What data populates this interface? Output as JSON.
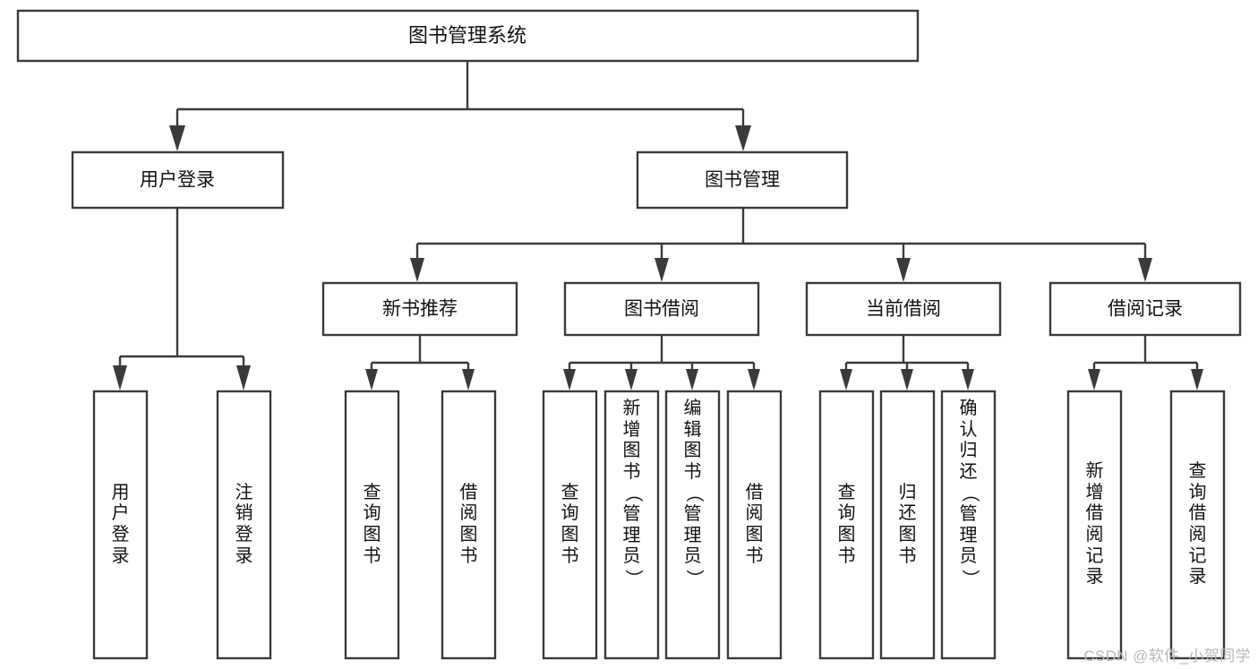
{
  "diagram": {
    "type": "tree-hierarchy",
    "orientation": "top-down",
    "title_node": {
      "label": "图书管理系统"
    },
    "level2": [
      {
        "label": "用户登录"
      },
      {
        "label": "图书管理"
      }
    ],
    "level3": [
      {
        "label": "新书推荐"
      },
      {
        "label": "图书借阅"
      },
      {
        "label": "当前借阅"
      },
      {
        "label": "借阅记录"
      }
    ],
    "leaves": {
      "user_login": [
        {
          "label": "用户登录"
        },
        {
          "label": "注销登录"
        }
      ],
      "new_book_recommend": [
        {
          "label": "查询图书"
        },
        {
          "label": "借阅图书"
        }
      ],
      "book_borrow": [
        {
          "label": "查询图书"
        },
        {
          "label": "新增图书（管理员）"
        },
        {
          "label": "编辑图书（管理员）"
        },
        {
          "label": "借阅图书"
        }
      ],
      "current_borrow": [
        {
          "label": "查询图书"
        },
        {
          "label": "归还图书"
        },
        {
          "label": "确认归还（管理员）"
        }
      ],
      "borrow_record": [
        {
          "label": "新增借阅记录"
        },
        {
          "label": "查询借阅记录"
        }
      ]
    }
  },
  "colors": {
    "stroke": "#3a3a3a",
    "box_fill": "#ffffff",
    "text": "#111111",
    "background": "#ffffff",
    "watermark": "#b9b9b9"
  },
  "watermark": {
    "text": "CSDN @软件_小贺同学"
  }
}
